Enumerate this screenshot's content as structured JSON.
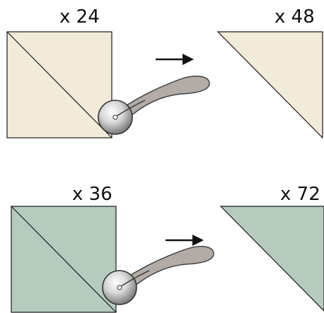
{
  "rows": [
    {
      "square_quantity": "x 24",
      "triangle_quantity": "x 48",
      "fabric_color": "#F3EBDA"
    },
    {
      "square_quantity": "x 36",
      "triangle_quantity": "x 72",
      "fabric_color": "#B5CBBE"
    }
  ],
  "icons": {
    "cutter": "rotary-cutter-icon",
    "arrow": "right-arrow-icon"
  }
}
